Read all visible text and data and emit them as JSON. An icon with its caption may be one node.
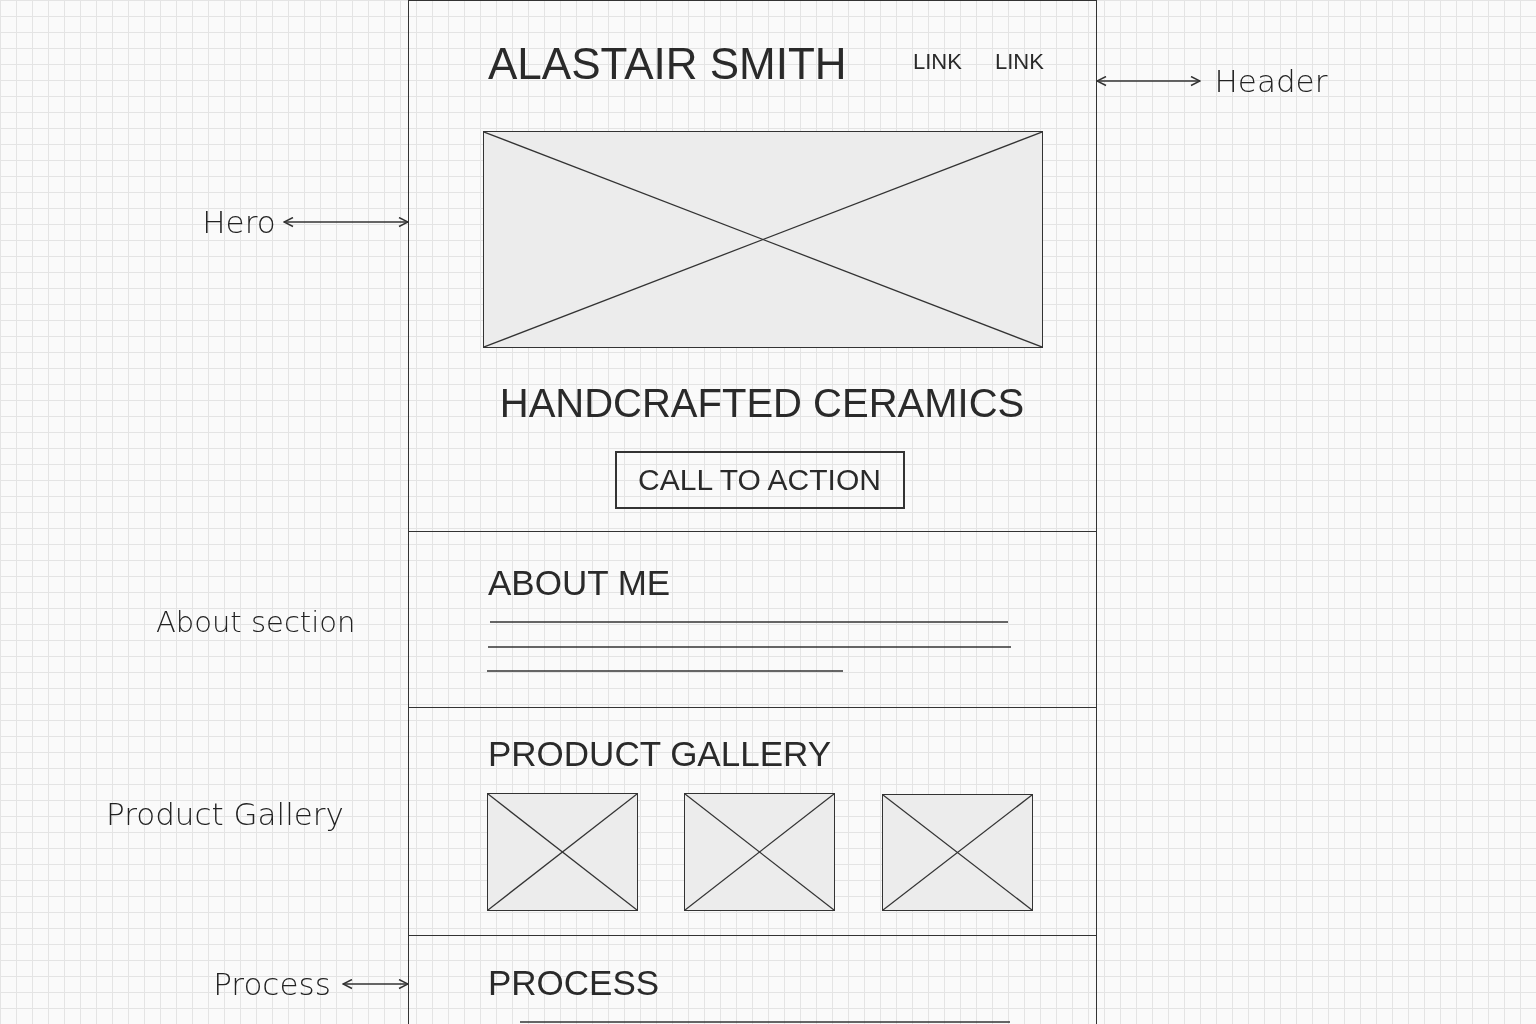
{
  "diagram": {
    "nodes": [
      {
        "text": [],
        "shape": "box"
      },
      {
        "text": [],
        "shape": "box",
        "in": 0
      },
      {
        "text": [
          "CALL TO ACTION"
        ],
        "in": 0
      },
      {
        "text": [],
        "shape": "box"
      },
      {
        "text": [],
        "shape": "box"
      },
      {
        "text": [],
        "shape": "box",
        "in": 4
      },
      {
        "text": [],
        "shape": "box",
        "in": 4
      },
      {
        "text": [],
        "shape": "box",
        "in": 4
      },
      {
        "text": [],
        "shape": "box"
      },
      {
        "text": [
          "Header"
        ]
      },
      {
        "text": [
          "Hero"
        ]
      },
      {
        "text": [
          "Process"
        ]
      }
    ],
    "edges": [
      {
        "from": 9,
        "to": 0,
        "arrow": "both"
      },
      {
        "from": 10,
        "to": 0,
        "arrow": "both"
      },
      {
        "from": 11,
        "to": 8,
        "arrow": "both"
      }
    ],
    "labels": [
      "ALASTAIR SMITH",
      "LINK",
      "LINK",
      "HANDCRAFTED CERAMICS",
      "ABOUT ME",
      "About section",
      "PRODUCT GALLERY",
      "Product Gallery",
      "PROCESS"
    ]
  }
}
